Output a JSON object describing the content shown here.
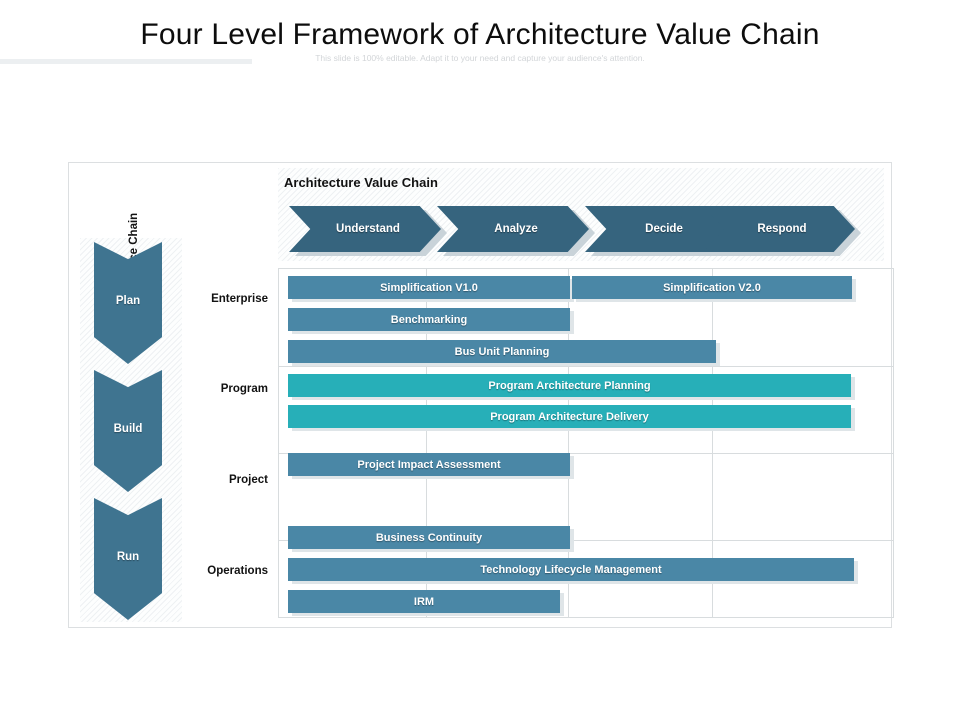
{
  "slide": {
    "title": "Four Level Framework of Architecture Value Chain",
    "subtitle": "This slide is 100% editable. Adapt it to your need and capture your audience's attention."
  },
  "left_column": {
    "axis_label": "IT Voice Chain",
    "stages": [
      {
        "label": "Plan",
        "icon": "chevron-down-icon"
      },
      {
        "label": "Build",
        "icon": "chevron-down-icon"
      },
      {
        "label": "Run",
        "icon": "chevron-down-icon"
      }
    ]
  },
  "levels": [
    {
      "label": "Enterprise"
    },
    {
      "label": "Program"
    },
    {
      "label": "Project"
    },
    {
      "label": "Operations"
    }
  ],
  "value_chain": {
    "title": "Architecture Value Chain",
    "steps": [
      {
        "label": "Understand",
        "icon": "chevron-right-icon"
      },
      {
        "label": "Analyze",
        "icon": "chevron-right-icon"
      },
      {
        "label": "Decide",
        "icon": "chevron-right-icon"
      },
      {
        "label": "Respond",
        "icon": "chevron-right-icon"
      }
    ]
  },
  "activities": [
    {
      "label": "Simplification V1.0",
      "level": "Enterprise",
      "color": "blue"
    },
    {
      "label": "Simplification V2.0",
      "level": "Enterprise",
      "color": "blue"
    },
    {
      "label": "Benchmarking",
      "level": "Enterprise",
      "color": "blue"
    },
    {
      "label": "Bus Unit Planning",
      "level": "Enterprise",
      "color": "blue"
    },
    {
      "label": "Program Architecture Planning",
      "level": "Program",
      "color": "teal"
    },
    {
      "label": "Program Architecture Delivery",
      "level": "Program",
      "color": "teal"
    },
    {
      "label": "Project Impact Assessment",
      "level": "Project",
      "color": "blue"
    },
    {
      "label": "Business Continuity",
      "level": "Operations",
      "color": "blue"
    },
    {
      "label": "Technology Lifecycle Management",
      "level": "Operations",
      "color": "blue"
    },
    {
      "label": "IRM",
      "level": "Operations",
      "color": "blue"
    }
  ],
  "colors": {
    "bar_blue": "#4A87A6",
    "bar_teal": "#27AFB8",
    "chevron_dark": "#36647E",
    "chevron_vertical": "#3F7490",
    "grid_line": "#D8DCDE",
    "frame_border": "#DCDFE1",
    "title_text": "#0D0D0D",
    "subtitle_text": "#D2D5D8"
  }
}
